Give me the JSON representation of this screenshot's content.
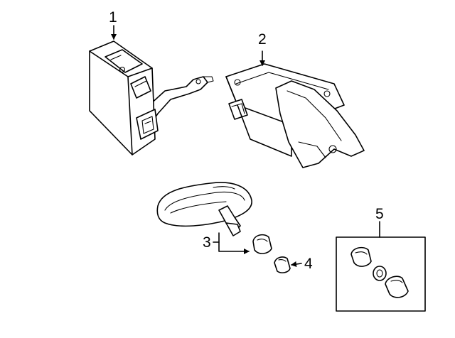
{
  "callouts": {
    "part_1": "1",
    "part_2": "2",
    "part_3": "3",
    "part_4": "4",
    "part_5": "5"
  },
  "colors": {
    "line": "#000000",
    "background": "#ffffff"
  }
}
